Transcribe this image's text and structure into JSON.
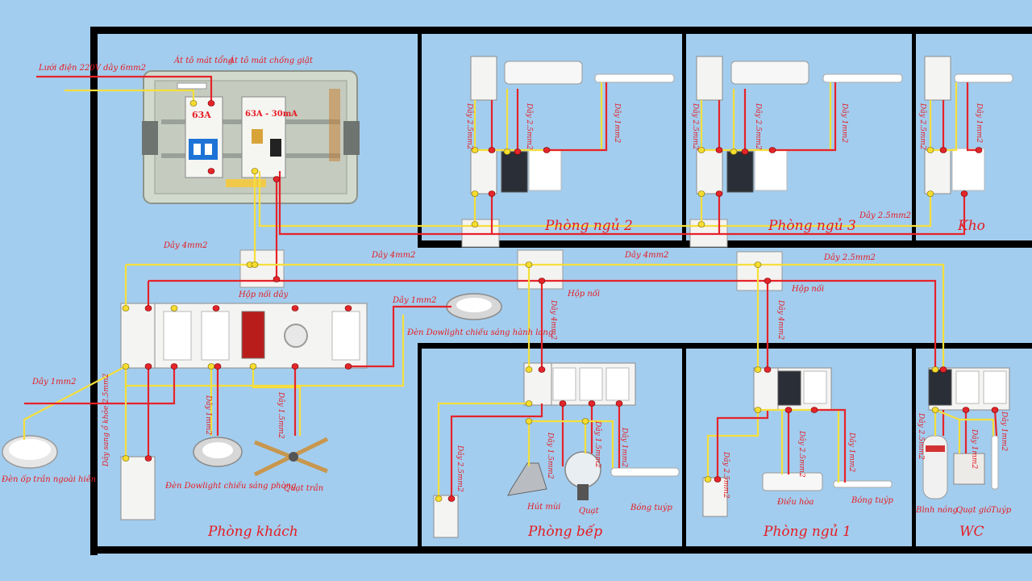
{
  "rooms": {
    "living": "Phòng khách",
    "kitchen": "Phòng bếp",
    "bedroom1": "Phòng ngủ 1",
    "bedroom2": "Phòng ngủ 2",
    "bedroom3": "Phòng ngủ 3",
    "storage": "Kho",
    "wc": "WC"
  },
  "panel": {
    "grid_supply": "Lưới điện 220V dây 6mm2",
    "main_breaker": "Át tô mát tổng",
    "rcbo": "Át tô mát chống giật",
    "main_rating": "63A",
    "rcbo_rating": "63A - 30mA"
  },
  "junctions": {
    "living": "Hộp nối dây",
    "center": "Hộp nối",
    "right": "Hộp nối"
  },
  "wires": {
    "w4_left": "Dây 4mm2",
    "w4_mid": "Dây 4mm2",
    "w4_right": "Dây 4mm2",
    "w25_top": "Dây 2.5mm2",
    "w25_right": "Dây 2.5mm2",
    "w1_hall": "Dây 1mm2",
    "w1_left": "Dây 1mm2",
    "w1_down": "Dây 1mm2",
    "w15_fan": "Dây 1.5mm2",
    "socket_light": "Dây sang ổ khỏe 2.5mm2",
    "kitchen_drop": "Dây 4mm2",
    "bed1_drop": "Dây 4mm2",
    "b2_socket": "Dây 2.5mm2",
    "b2_ac": "Dây 2.5mm2",
    "b2_light": "Dây 1mm2",
    "b3_socket": "Dây 2.5mm2",
    "b3_ac": "Dây 2.5mm2",
    "b3_light": "Dây 1mm2",
    "storage_socket": "Dây 2.5mm2",
    "storage_light": "Dây 1mm2",
    "k_socket": "Dây 2.5mm2",
    "k_hood": "Dây 1.5mm2",
    "k_fan": "Dây 1.5mm2",
    "k_light": "Dây 1mm2",
    "b1_socket": "Dây 2.5mm2",
    "b1_ac": "Dây 2.5mm2",
    "b1_light": "Dây 1mm2",
    "wc_heater": "Dây 2.5mm2",
    "wc_fan": "Dây 1mm2",
    "wc_light": "Dây 1mm2"
  },
  "devices": {
    "hall_downlight": "Đèn Dowlight chiếu sáng hành lang",
    "ceiling_light": "Đèn ốp trần ngoài hiên",
    "room_downlight": "Đèn Dowlight chiếu sáng phòng",
    "ceiling_fan": "Quạt trần",
    "range_hood": "Hút mùi",
    "fan": "Quạt",
    "tube_light": "Bóng tuýp",
    "air_conditioner": "Điều hòa",
    "tube_light_b1": "Bóng tuýp",
    "water_heater": "Bình nóng",
    "exhaust_fan": "Quạt gió",
    "tube": "Tuýp"
  }
}
